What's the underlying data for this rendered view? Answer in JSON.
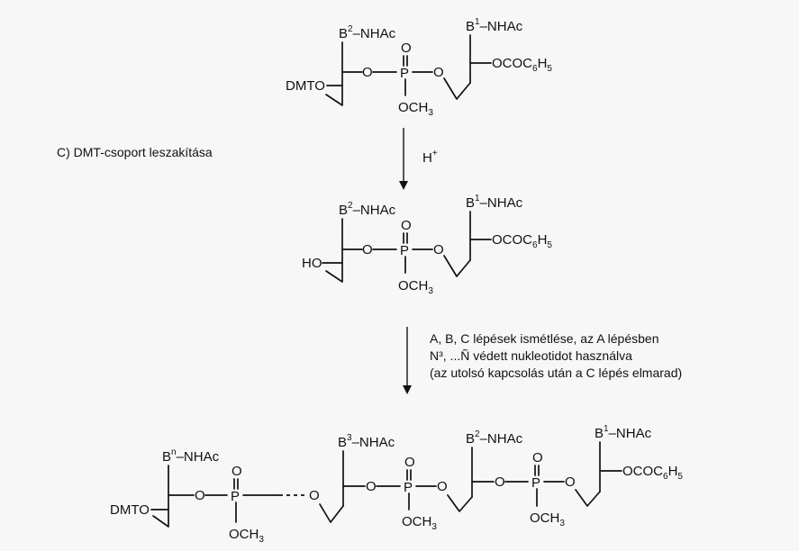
{
  "reagent": "H",
  "reagent_charge": "+",
  "step_c_caption": "C) DMT-csoport leszakítása",
  "repeat_note": [
    "A, B, C lépések ismétlése, az A lépésben",
    "N³, ...Ñ védett nukleotidot használva",
    "(az utolsó kapcsolás után a C lépés elmarad)"
  ],
  "labels": {
    "base_prefix": "B",
    "base_suffix": "–NHAc",
    "sup1": "1",
    "sup2": "2",
    "sup3": "3",
    "supn": "n",
    "dmto": "DMTO",
    "ho": "HO",
    "o": "O",
    "p": "P",
    "och3": "OCH",
    "sub3": "3",
    "ocoph": "OCOC",
    "sub6": "6",
    "h": "H",
    "sub5": "5"
  },
  "colors": {
    "ink": "#111111",
    "background": "#f7f7f7"
  }
}
